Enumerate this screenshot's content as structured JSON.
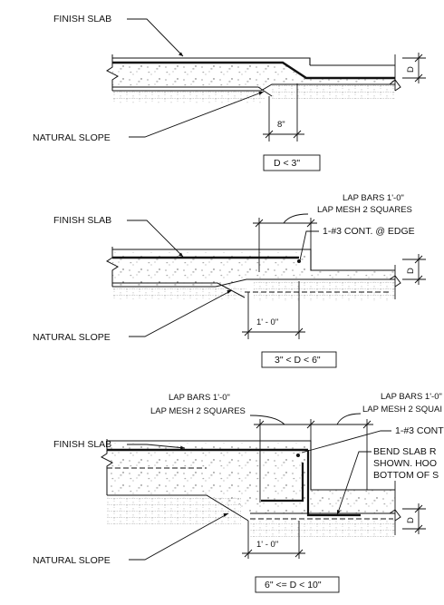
{
  "details": [
    {
      "finish_slab": "FINISH SLAB",
      "natural_slope": "NATURAL SLOPE",
      "dim_run": "8\"",
      "dim_d": "D",
      "caption": "D < 3\""
    },
    {
      "finish_slab": "FINISH SLAB",
      "natural_slope": "NATURAL SLOPE",
      "lap_bars": "LAP BARS 1'-0\"",
      "lap_mesh": "LAP MESH 2 SQUARES",
      "cont_bar": "1-#3 CONT. @ EDGE",
      "dim_run": "1' - 0\"",
      "dim_d": "D",
      "caption": "3\" < D < 6\""
    },
    {
      "finish_slab": "FINISH SLAB",
      "natural_slope": "NATURAL SLOPE",
      "lap_bars_left": "LAP BARS 1'-0\"",
      "lap_mesh_left": "LAP MESH 2 SQUARES",
      "lap_bars_right": "LAP BARS 1'-0\"",
      "lap_mesh_right": "LAP MESH 2 SQUAI",
      "cont_bar": "1-#3 CONT",
      "bend_note_1": "BEND SLAB R",
      "bend_note_2": "SHOWN. HOO",
      "bend_note_3": "BOTTOM OF S",
      "dim_run": "1' - 0\"",
      "dim_d": "D",
      "caption": "6\" <= D < 10\""
    }
  ],
  "colors": {
    "line": "#111111",
    "hatch": "#9a9a9a",
    "fill": "#ffffff"
  }
}
